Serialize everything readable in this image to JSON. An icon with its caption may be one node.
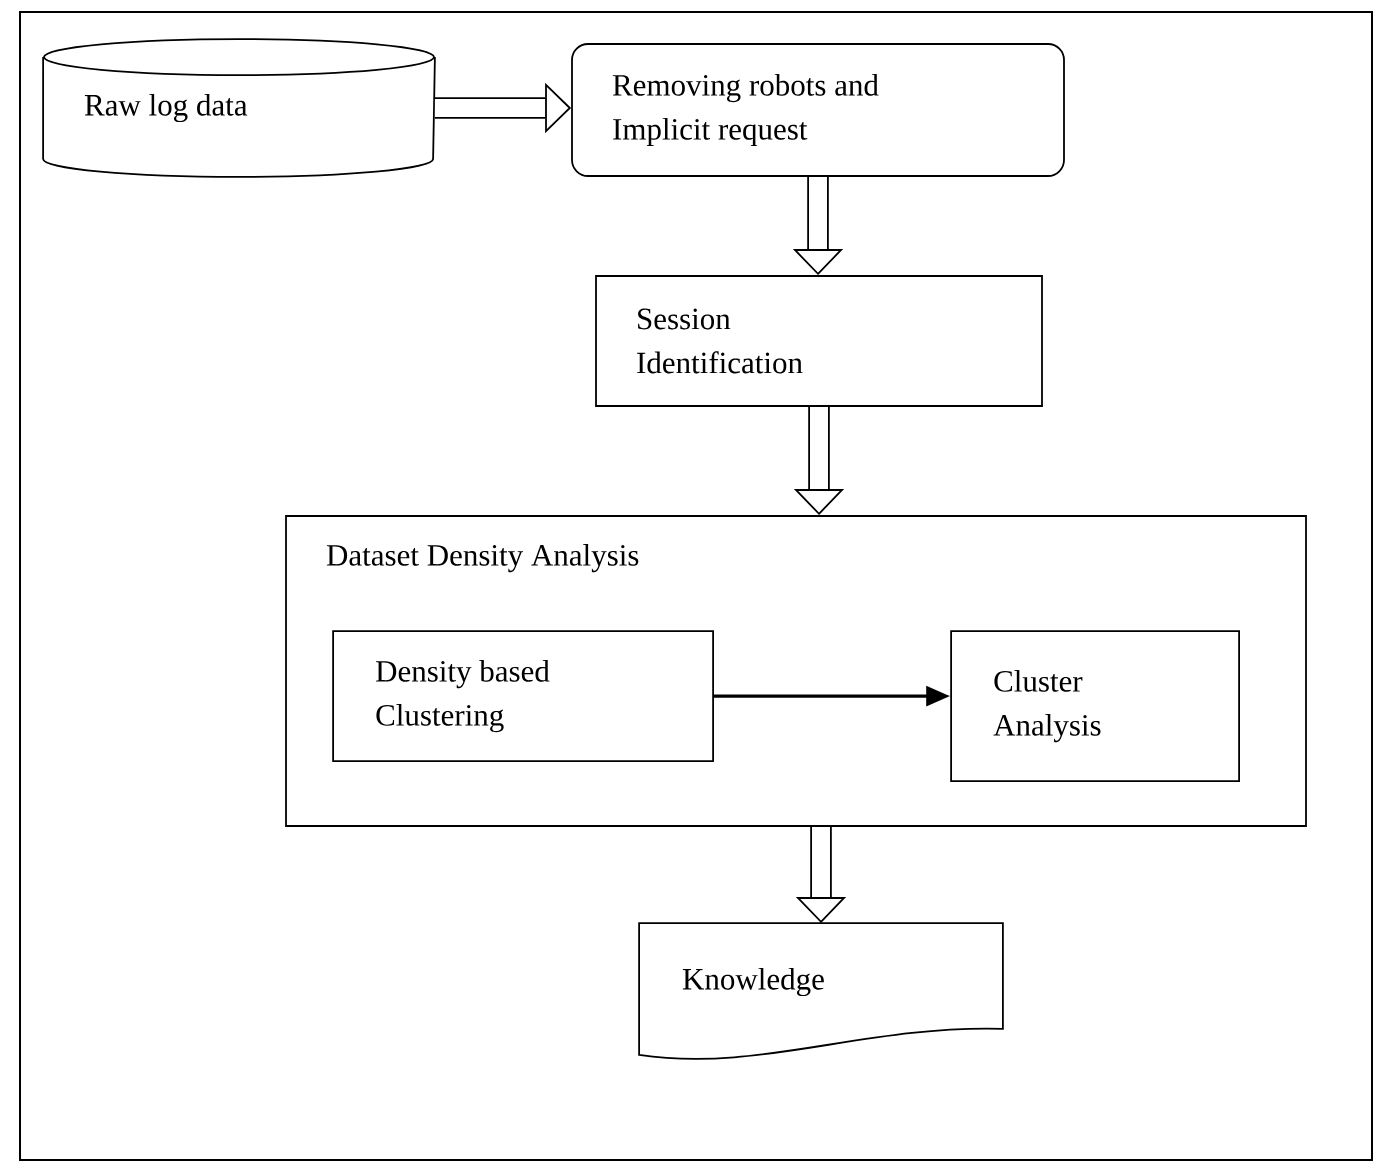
{
  "diagram": {
    "nodes": [
      {
        "text": [
          "Raw log data"
        ]
      },
      {
        "text": [
          "Removing robots and Implicit request"
        ]
      },
      {
        "text": [
          "Session Identification"
        ]
      },
      {
        "text": [
          "Dataset Density Analysis"
        ]
      },
      {
        "text": [
          "Density based Clustering"
        ],
        "in": 3
      },
      {
        "text": [
          "Cluster Analysis"
        ],
        "in": 3
      },
      {
        "text": [
          "Knowledge"
        ]
      }
    ],
    "edges": [
      {
        "from": 0,
        "to": 1,
        "arrow": "to"
      },
      {
        "from": 1,
        "to": 2,
        "arrow": "to"
      },
      {
        "from": 2,
        "to": 3,
        "arrow": "to"
      },
      {
        "from": 3,
        "to": 6,
        "arrow": "to"
      },
      {
        "from": 4,
        "to": 5,
        "arrow": "to"
      }
    ]
  }
}
